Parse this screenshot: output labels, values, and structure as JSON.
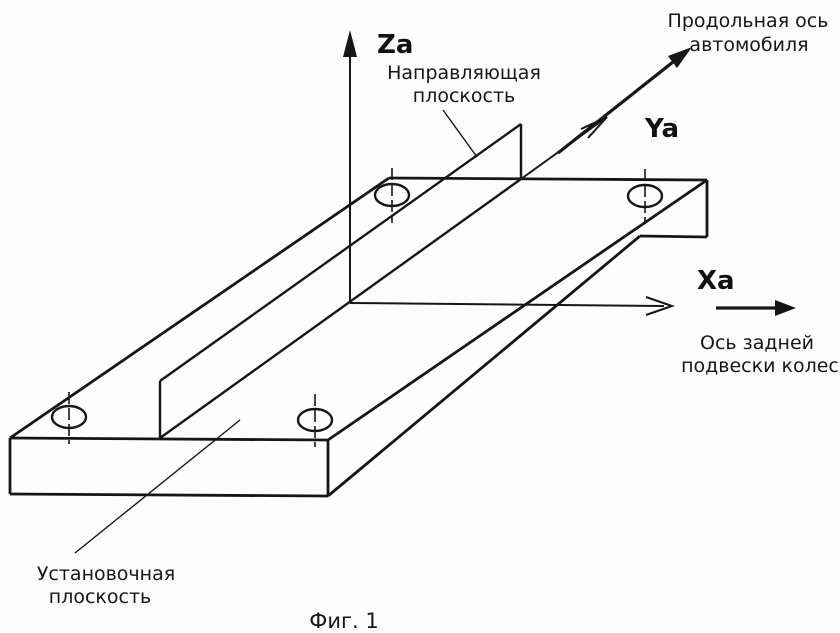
{
  "figure": {
    "caption": "Фиг. 1",
    "background_color": "#ffffff",
    "ink_color": "#161616",
    "axis_labels": {
      "za": "Za",
      "ya": "Ya",
      "xa": "Xa"
    },
    "labels": {
      "longitudinal_axis": {
        "line1": "Продольная ось",
        "line2": "автомобиля"
      },
      "guiding_plane": {
        "line1": "Направляющая",
        "line2": "плоскость"
      },
      "rear_axle": {
        "line1": "Ось задней",
        "line2": "подвески колес"
      },
      "mounting_plane": {
        "line1": "Установочная",
        "line2": "плоскость"
      }
    }
  }
}
